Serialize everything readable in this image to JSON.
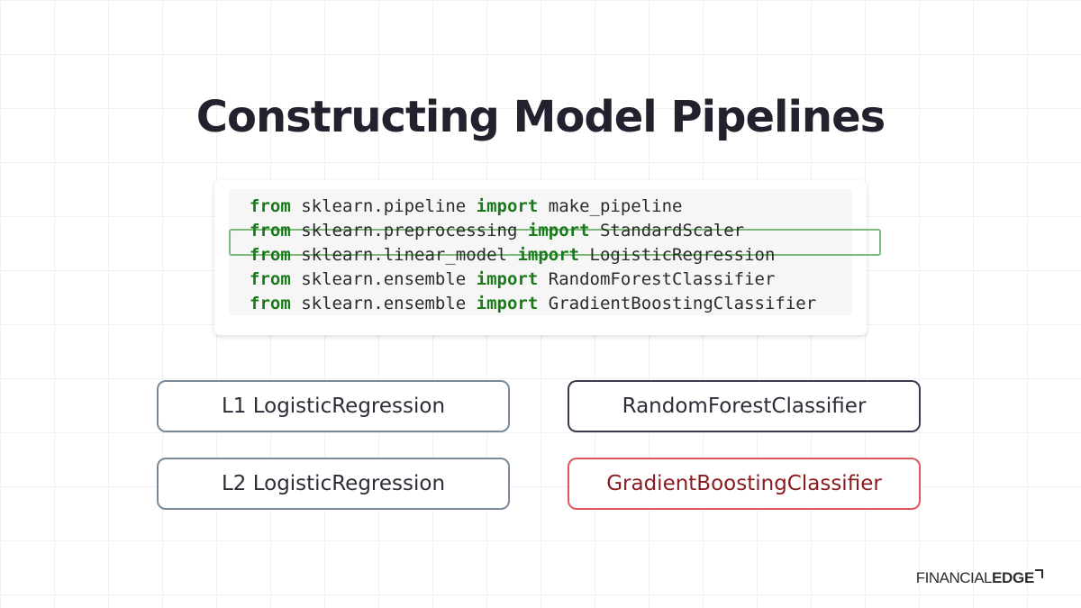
{
  "title": "Constructing Model Pipelines",
  "code": {
    "lines": [
      {
        "kw1": "from",
        "module": " sklearn.pipeline ",
        "kw2": "import",
        "name": " make_pipeline"
      },
      {
        "kw1": "from",
        "module": " sklearn.preprocessing ",
        "kw2": "import",
        "name": " StandardScaler"
      },
      {
        "kw1": "from",
        "module": " sklearn.linear_model ",
        "kw2": "import",
        "name": " LogisticRegression"
      },
      {
        "kw1": "from",
        "module": " sklearn.ensemble ",
        "kw2": "import",
        "name": " RandomForestClassifier"
      },
      {
        "kw1": "from",
        "module": " sklearn.ensemble ",
        "kw2": "import",
        "name": " GradientBoostingClassifier"
      }
    ],
    "highlighted_line": 1,
    "keyword_color": "#1a7a1a",
    "highlight_color": "#7fb97c"
  },
  "models": [
    {
      "label": "L1 LogisticRegression",
      "border_color": "#7a8a99",
      "text_color": "#2d2d38"
    },
    {
      "label": "RandomForestClassifier",
      "border_color": "#3a3a4e",
      "text_color": "#2d2d38"
    },
    {
      "label": "L2 LogisticRegression",
      "border_color": "#7a8a99",
      "text_color": "#2d2d38"
    },
    {
      "label": "GradientBoostingClassifier",
      "border_color": "#e0575b",
      "text_color": "#8a1a1e"
    }
  ],
  "logo": {
    "light": "FINANCIAL",
    "bold": "EDGE"
  }
}
